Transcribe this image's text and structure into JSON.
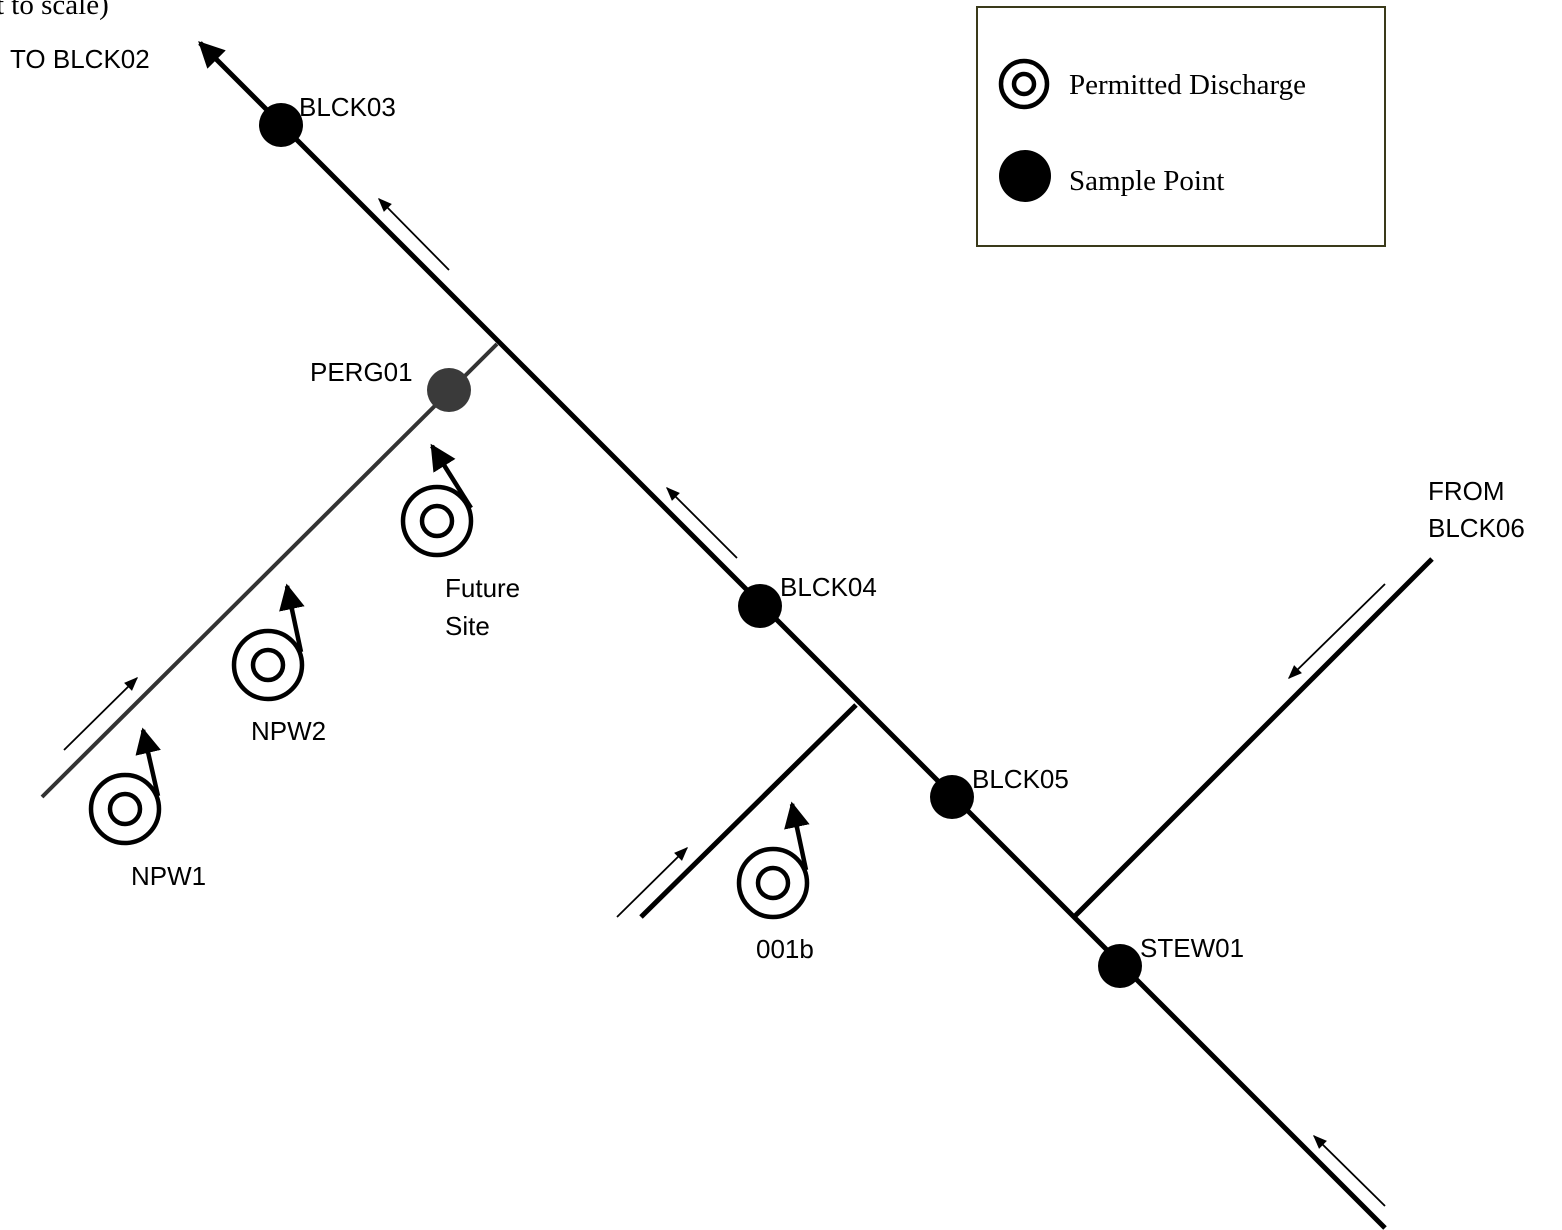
{
  "note": "t to scale)",
  "labels": {
    "to_blck02": "TO BLCK02",
    "from_blck06_line1": "FROM",
    "from_blck06_line2": "BLCK06",
    "blck03": "BLCK03",
    "perg01": "PERG01",
    "blck04": "BLCK04",
    "blck05": "BLCK05",
    "stew01": "STEW01",
    "future_line1": "Future",
    "future_line2": "Site",
    "npw1": "NPW1",
    "npw2": "NPW2",
    "d001b": "001b"
  },
  "legend": {
    "permitted_discharge": "Permitted Discharge",
    "sample_point": "Sample Point"
  },
  "colors": {
    "line": "#000000",
    "perg01_fill": "#3a3a3a",
    "tributary_gray": "#333333",
    "legend_border": "#3a3a1a"
  }
}
